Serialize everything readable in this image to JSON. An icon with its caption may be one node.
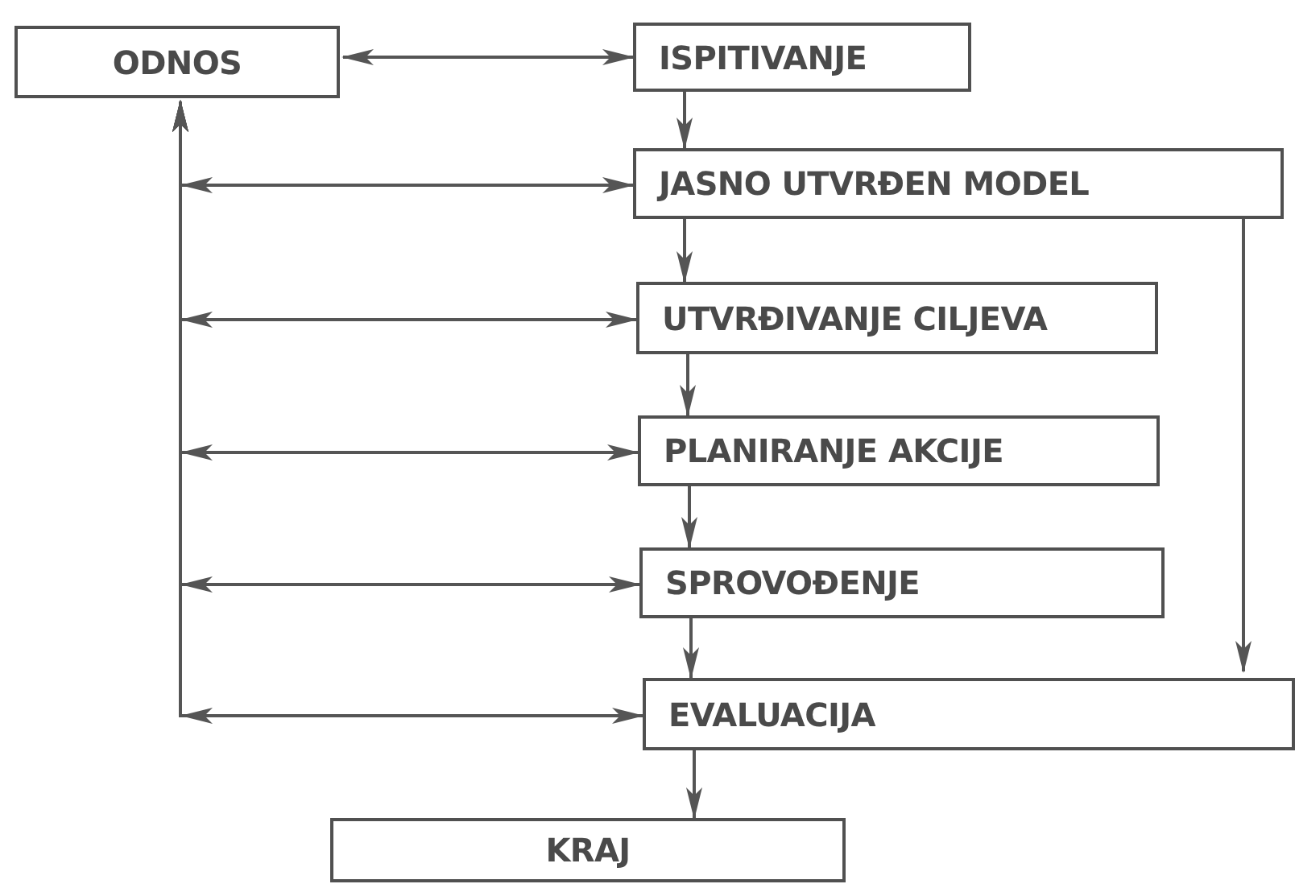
{
  "diagram": {
    "nodes": [
      {
        "text": [
          "ODNOS"
        ]
      },
      {
        "text": [
          "ISPITIVANJE"
        ]
      },
      {
        "text": [
          "JASNO UTVRĐEN MODEL"
        ]
      },
      {
        "text": [
          "UTVRĐIVANJE CILJEVA"
        ]
      },
      {
        "text": [
          "PLANIRANJE AKCIJE"
        ]
      },
      {
        "text": [
          "SPROVOĐENJE"
        ]
      },
      {
        "text": [
          "EVALUACIJA"
        ]
      },
      {
        "text": [
          "KRAJ"
        ]
      }
    ],
    "edges": [
      {
        "from": 0,
        "to": 1,
        "arrow": "both"
      },
      {
        "from": 1,
        "to": 2,
        "arrow": "to"
      },
      {
        "from": 2,
        "to": 3,
        "arrow": "to"
      },
      {
        "from": 3,
        "to": 4,
        "arrow": "to"
      },
      {
        "from": 4,
        "to": 5,
        "arrow": "to"
      },
      {
        "from": 5,
        "to": 6,
        "arrow": "to"
      },
      {
        "from": 6,
        "to": 7,
        "arrow": "to"
      },
      {
        "from": 2,
        "to": 6,
        "arrow": "to"
      },
      {
        "from": 2,
        "to": 0,
        "arrow": "both"
      },
      {
        "from": 3,
        "to": 0,
        "arrow": "both"
      },
      {
        "from": 4,
        "to": 0,
        "arrow": "both"
      },
      {
        "from": 5,
        "to": 0,
        "arrow": "both"
      },
      {
        "from": 6,
        "to": 0,
        "arrow": "both"
      }
    ]
  }
}
